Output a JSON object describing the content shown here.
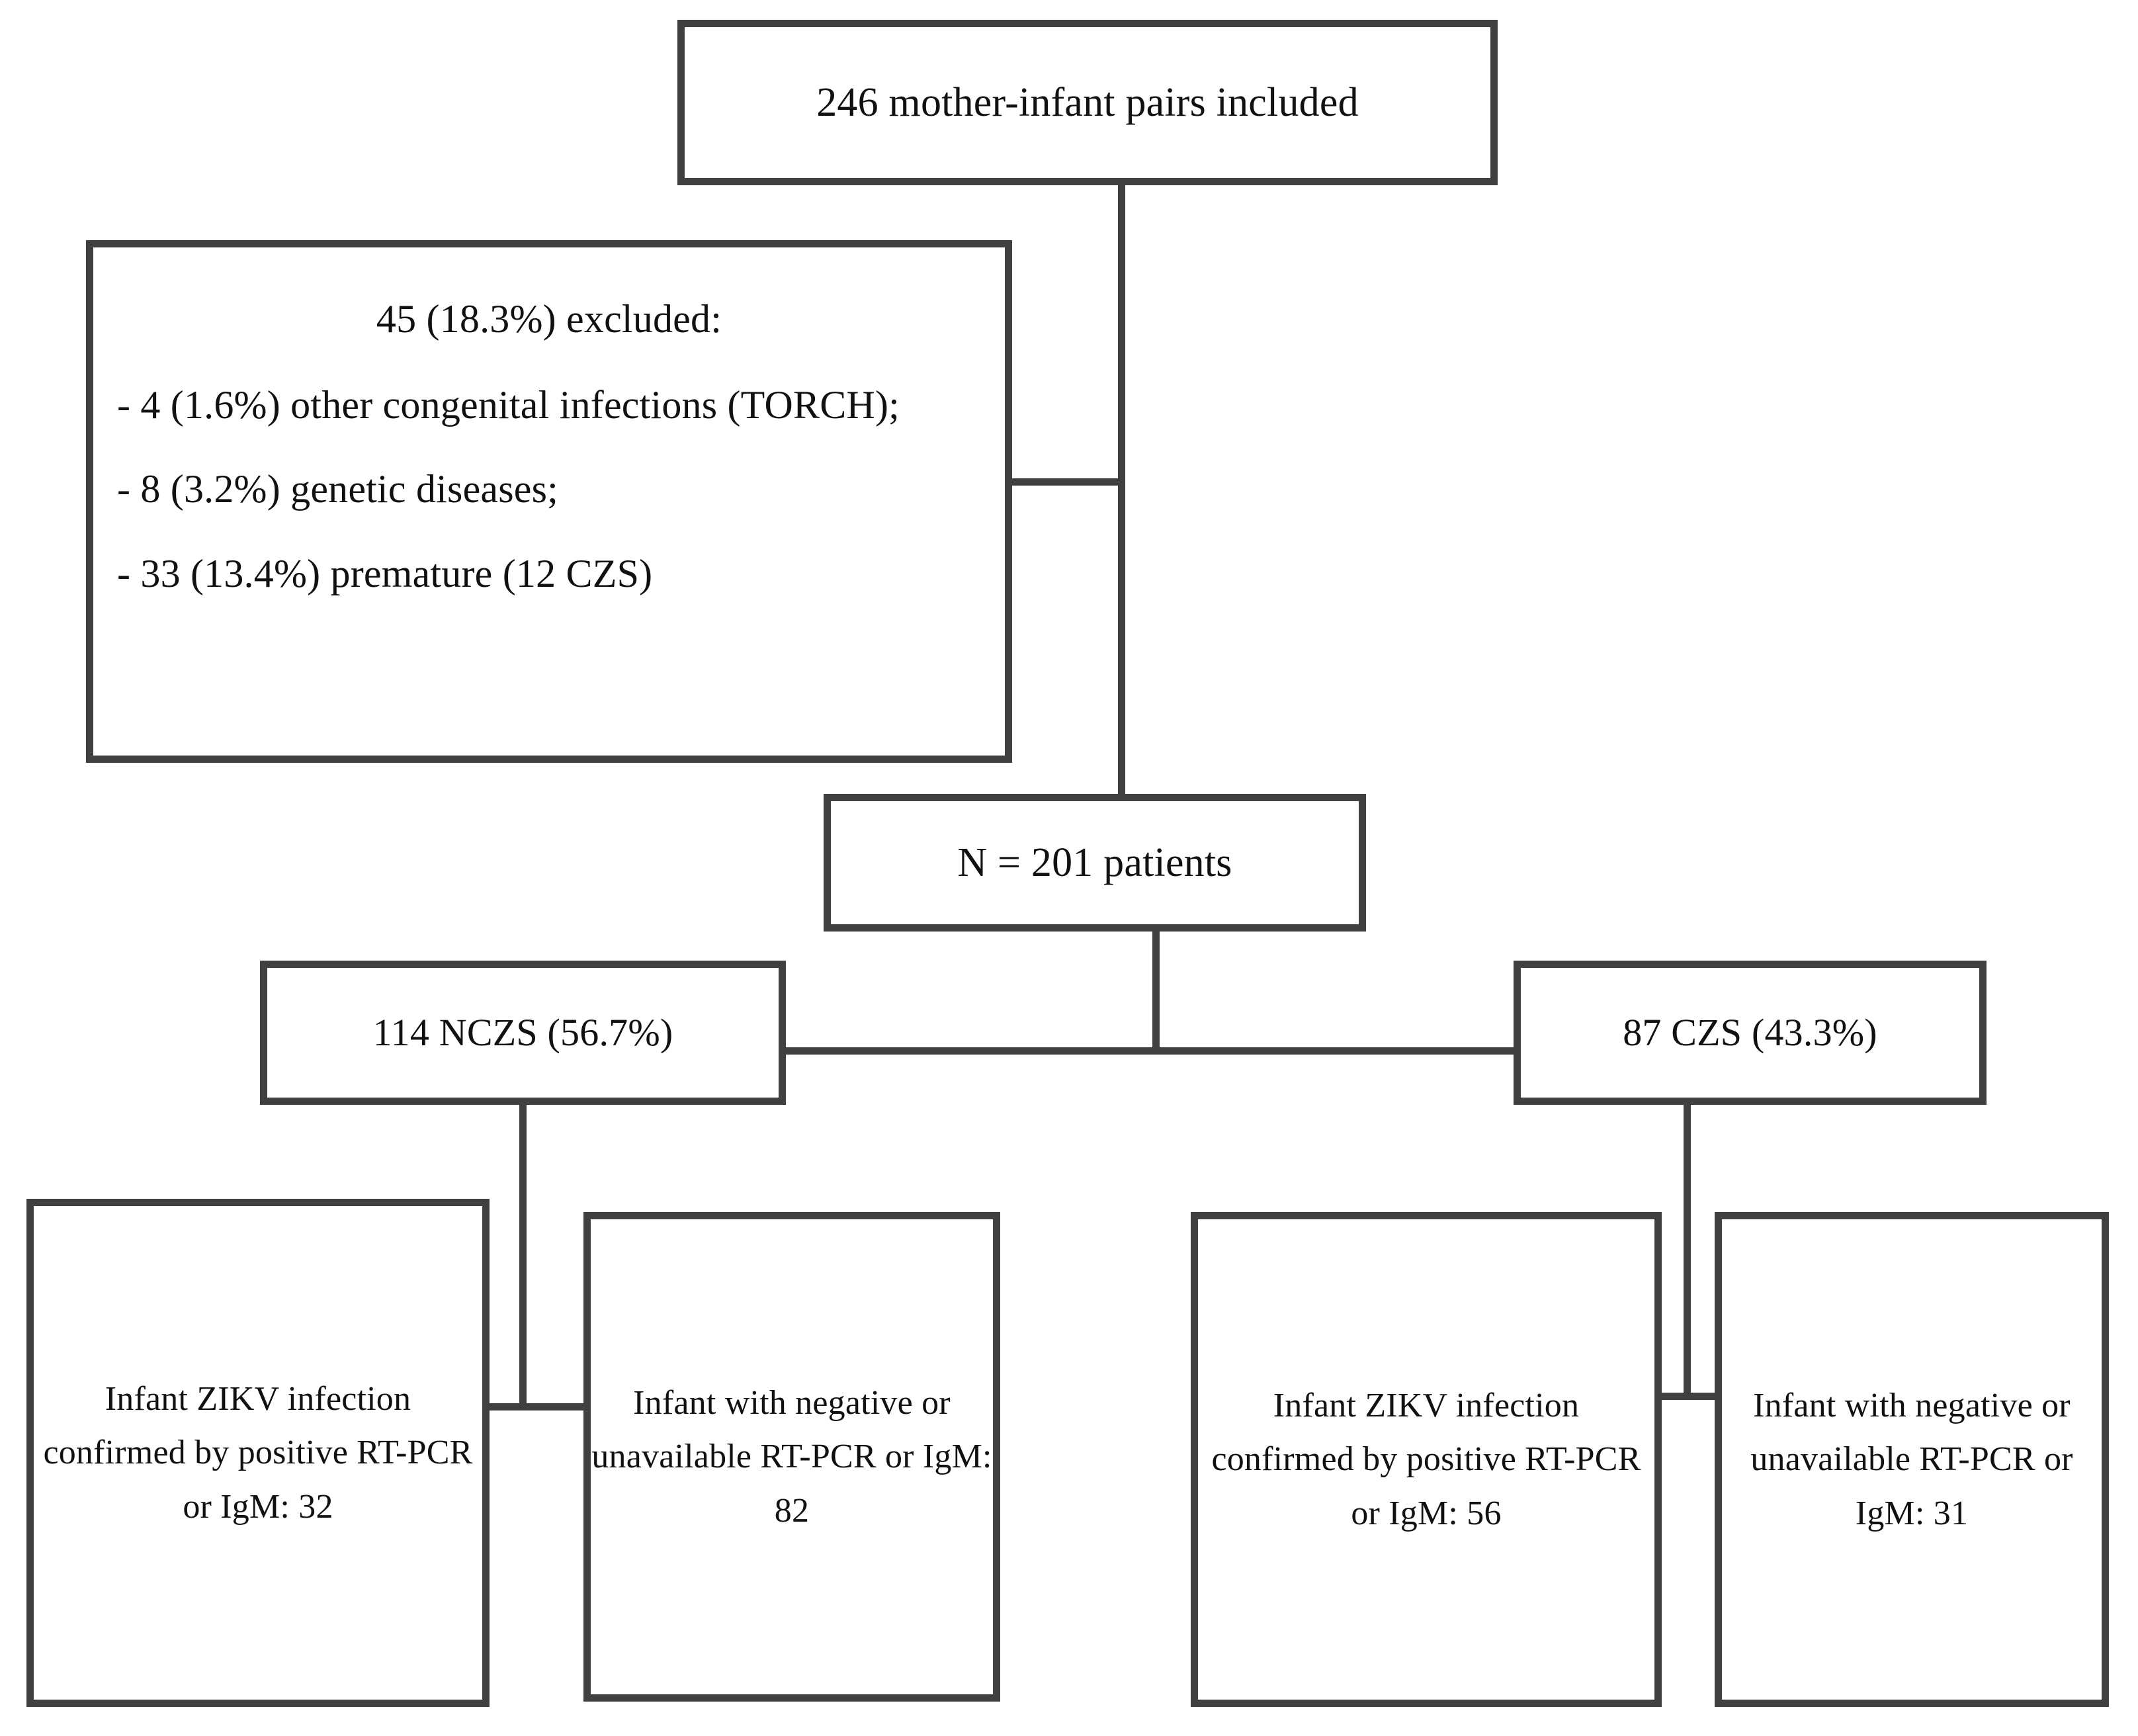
{
  "diagram": {
    "title": "Study population flowchart",
    "theme": {
      "stroke": "#404040",
      "background": "#ffffff",
      "text": "#111111"
    },
    "nodes": {
      "top": {
        "text": "246 mother-infant pairs included"
      },
      "excluded": {
        "header": "45 (18.3%) excluded:",
        "items": [
          "-  4  (1.6%) other  congenital infections (TORCH);",
          "- 8 (3.2%) genetic diseases;",
          "- 33 (13.4%) premature (12 CZS)"
        ]
      },
      "patients": {
        "text": "N = 201 patients"
      },
      "nczs": {
        "text": "114 NCZS (56.7%)"
      },
      "czs": {
        "text": "87 CZS (43.3%)"
      },
      "leaf_1": {
        "text": "Infant ZIKV infection confirmed by positive RT-PCR or IgM: 32"
      },
      "leaf_2": {
        "text": "Infant with negative or unavailable RT-PCR or IgM: 82"
      },
      "leaf_3": {
        "text": "Infant ZIKV infection confirmed by positive RT-PCR or IgM: 56"
      },
      "leaf_4": {
        "text": "Infant with negative or unavailable RT-PCR or IgM: 31"
      }
    }
  },
  "chart_data": {
    "type": "diagram",
    "title": "Study population flowchart",
    "nodes": [
      {
        "id": "enrolled",
        "label": "246 mother-infant pairs included",
        "value": 246
      },
      {
        "id": "excluded",
        "label": "45 (18.3%) excluded:",
        "value": 45,
        "percent": 18.3
      },
      {
        "id": "excl_torch",
        "label": "other congenital infections (TORCH)",
        "value": 4,
        "percent": 1.6
      },
      {
        "id": "excl_gen",
        "label": "genetic diseases",
        "value": 8,
        "percent": 3.2
      },
      {
        "id": "excl_prem",
        "label": "premature (12 CZS)",
        "value": 33,
        "percent": 13.4
      },
      {
        "id": "analyzed",
        "label": "N = 201 patients",
        "value": 201
      },
      {
        "id": "nczs",
        "label": "114 NCZS (56.7%)",
        "value": 114,
        "percent": 56.7
      },
      {
        "id": "czs",
        "label": "87 CZS (43.3%)",
        "value": 87,
        "percent": 43.3
      },
      {
        "id": "nczs_pos",
        "label": "Infant ZIKV infection confirmed by positive RT-PCR or IgM",
        "value": 32
      },
      {
        "id": "nczs_neg",
        "label": "Infant with negative or unavailable RT-PCR or IgM",
        "value": 82
      },
      {
        "id": "czs_pos",
        "label": "Infant ZIKV infection confirmed by positive RT-PCR or IgM",
        "value": 56
      },
      {
        "id": "czs_neg",
        "label": "Infant with negative or unavailable RT-PCR or IgM",
        "value": 31
      }
    ],
    "edges": [
      {
        "from": "enrolled",
        "to": "excluded"
      },
      {
        "from": "enrolled",
        "to": "analyzed"
      },
      {
        "from": "analyzed",
        "to": "nczs"
      },
      {
        "from": "analyzed",
        "to": "czs"
      },
      {
        "from": "nczs",
        "to": "nczs_pos"
      },
      {
        "from": "nczs",
        "to": "nczs_neg"
      },
      {
        "from": "czs",
        "to": "czs_pos"
      },
      {
        "from": "czs",
        "to": "czs_neg"
      }
    ]
  }
}
